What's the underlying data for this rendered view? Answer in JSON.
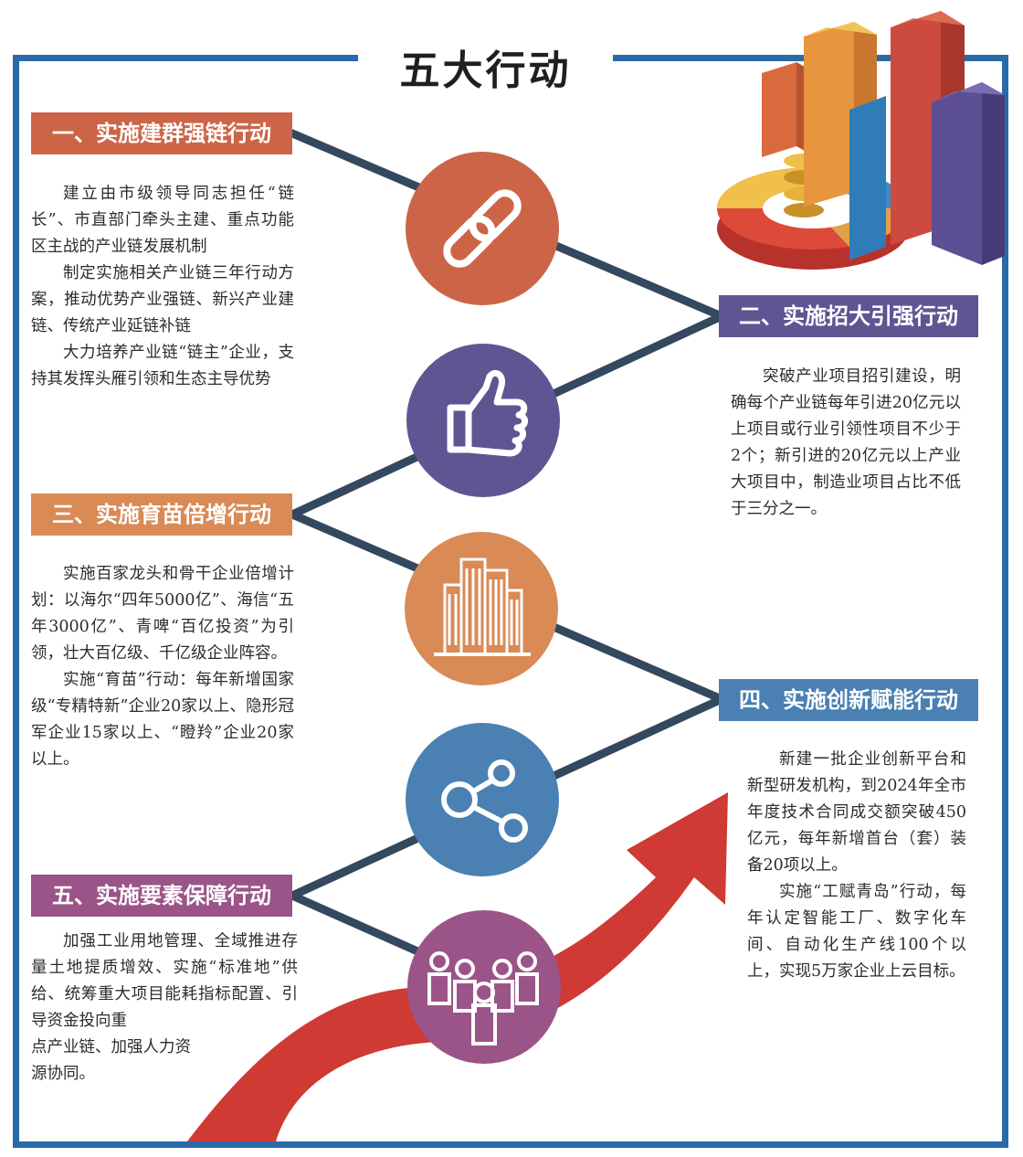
{
  "title": "五大行动",
  "colors": {
    "frame": "#2a6aa8",
    "connector": "#34485e",
    "action1": "#cc6547",
    "action2": "#5e5592",
    "action3": "#d98a55",
    "action4": "#4a80b2",
    "action5": "#9b5488",
    "arrow": "#cf3a34"
  },
  "actions": [
    {
      "heading": "一、实施建群强链行动",
      "icon": "chain-link-icon",
      "paragraphs": [
        "建立由市级领导同志担任“链长”、市直部门牵头主建、重点功能区主战的产业链发展机制",
        "制定实施相关产业链三年行动方案，推动优势产业强链、新兴产业建链、传统产业延链补链",
        "大力培养产业链“链主”企业，支持其发挥头雁引领和生态主导优势"
      ]
    },
    {
      "heading": "二、实施招大引强行动",
      "icon": "thumbs-up-icon",
      "paragraphs": [
        "突破产业项目招引建设，明确每个产业链每年引进20亿元以上项目或行业引领性项目不少于2个；新引进的20亿元以上产业大项目中，制造业项目占比不低于三分之一。"
      ]
    },
    {
      "heading": "三、实施育苗倍增行动",
      "icon": "buildings-icon",
      "paragraphs": [
        "实施百家龙头和骨干企业倍增计划：以海尔“四年5000亿”、海信“五年3000亿”、青啤“百亿投资”为引领，壮大百亿级、千亿级企业阵容。",
        "实施“育苗”行动：每年新增国家级“专精特新”企业20家以上、隐形冠军企业15家以上、“瞪羚”企业20家以上。"
      ]
    },
    {
      "heading": "四、实施创新赋能行动",
      "icon": "share-nodes-icon",
      "paragraphs": [
        "新建一批企业创新平台和新型研发机构，到2024年全市年度技术合同成交额突破450亿元，每年新增首台（套）装备20项以上。",
        "实施“工赋青岛”行动，每年认定智能工厂、数字化车间、自动化生产线100个以上，实现5万家企业上云目标。"
      ]
    },
    {
      "heading": "五、实施要素保障行动",
      "icon": "people-group-icon",
      "paragraphs": [
        "加强工业用地管理、全域推进存量土地提质增效、实施“标准地”供给、统筹重大项目能耗指标配置、引导资金投向重\n点产业链、加强人力资\n源协同。"
      ]
    }
  ]
}
